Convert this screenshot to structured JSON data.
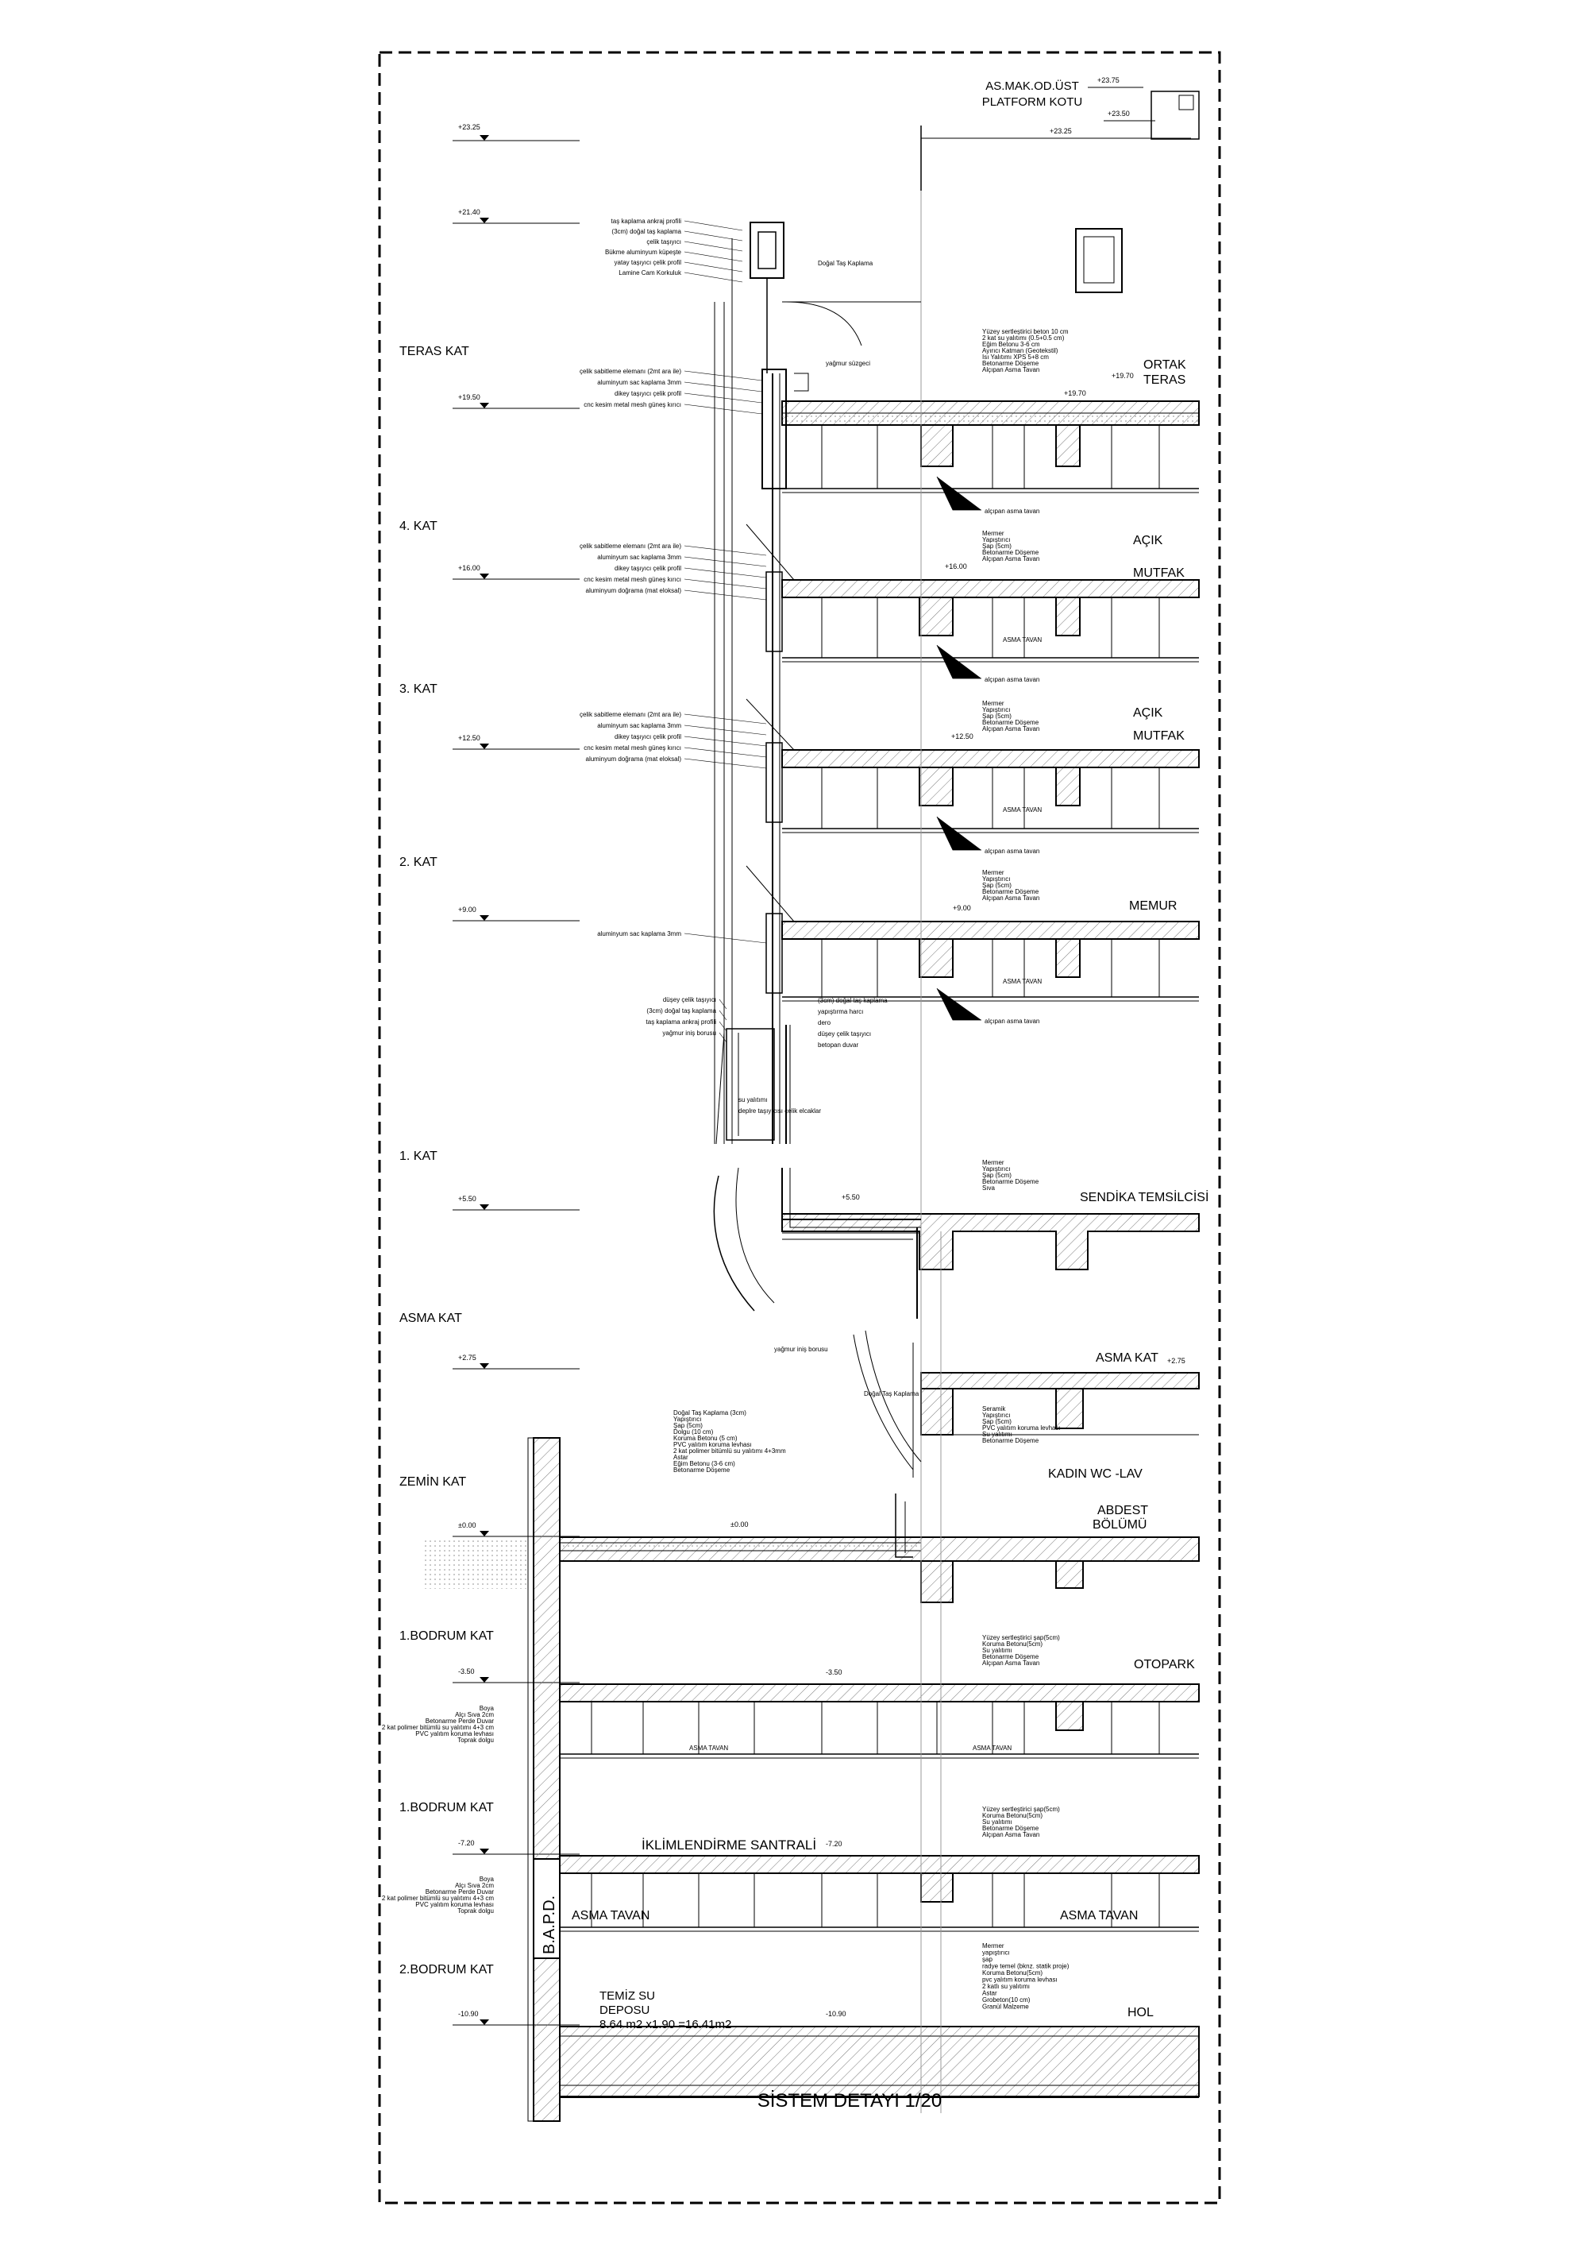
{
  "title": "SİSTEM DETAYI 1/20",
  "top_label": [
    "AS.MAK.OD.ÜST",
    "PLATFORM KOTU"
  ],
  "top_elevations": [
    "+23.75",
    "+23.50",
    "+23.25"
  ],
  "floors": [
    {
      "name": "",
      "elev": "+23.25",
      "room": [],
      "room_elev": ""
    },
    {
      "name": "",
      "elev": "+21.40",
      "room": [],
      "room_elev": ""
    },
    {
      "name": "TERAS KAT",
      "elev": "+19.50",
      "room": [
        "ORTAK",
        "TERAS"
      ],
      "room_elev": "+19.70"
    },
    {
      "name": "4. KAT",
      "elev": "+16.00",
      "room": [
        "AÇIK",
        "MUTFAK"
      ],
      "room_elev": "+16.00"
    },
    {
      "name": "3. KAT",
      "elev": "+12.50",
      "room": [
        "AÇIK",
        "MUTFAK"
      ],
      "room_elev": "+12.50"
    },
    {
      "name": "2. KAT",
      "elev": "+9.00",
      "room": [
        "MEMUR"
      ],
      "room_elev": "+9.00"
    },
    {
      "name": "1. KAT",
      "elev": "+5.50",
      "room": [
        "SENDİKA TEMSİLCİSİ"
      ],
      "room_elev": "+5.50"
    },
    {
      "name": "ASMA KAT",
      "elev": "+2.75",
      "room": [
        "ASMA KAT"
      ],
      "room_elev": "+2.75"
    },
    {
      "name": "ZEMİN KAT",
      "elev": "±0.00",
      "room": [
        "KADIN WC -LAV",
        "ABDEST",
        "BÖLÜMÜ"
      ],
      "room_elev": "±0.00"
    },
    {
      "name": "1.BODRUM KAT",
      "elev": "-3.50",
      "room": [
        "OTOPARK"
      ],
      "room_elev": "-3.50"
    },
    {
      "name": "1.BODRUM KAT",
      "elev": "-7.20",
      "room": [
        "İKLİMLENDİRME SANTRALİ"
      ],
      "room_elev": "-7.20"
    },
    {
      "name": "2.BODRUM KAT",
      "elev": "-10.90",
      "room": [
        "HOL"
      ],
      "room_elev": "-10.90"
    }
  ],
  "facade_notes": {
    "f21": [
      "taş kaplama ankraj profili",
      "(3cm) doğal taş kaplama",
      "çelik taşıyıcı",
      "Bükme aluminyum küpeşte",
      "yatay taşıyıcı çelik profil",
      "Lamine Cam Korkuluk"
    ],
    "f21_right": [
      "Doğal Taş Kaplama"
    ],
    "teras": [
      "çelik sabitleme elemanı (2mt ara ile)",
      "aluminyum sac kaplama 3mm",
      "dikey taşıyıcı çelik profil",
      "cnc kesim metal mesh güneş kırıcı"
    ],
    "k4": [
      "çelik sabitleme elemanı (2mt ara ile)",
      "aluminyum sac kaplama 3mm",
      "dikey taşıyıcı çelik profil",
      "cnc kesim metal mesh güneş kırıcı",
      "aluminyum doğrama (mat eloksal)"
    ],
    "k3": [
      "çelik sabitleme elemanı (2mt ara ile)",
      "aluminyum sac kaplama 3mm",
      "dikey taşıyıcı çelik profil",
      "cnc kesim metal mesh güneş kırıcı",
      "aluminyum doğrama (mat eloksal)"
    ],
    "k2": [
      "aluminyum sac kaplama 3mm"
    ],
    "k2_lower_left": [
      "düşey çelik taşıyıcı",
      "(3cm) doğal taş kaplama",
      "taş kaplama ankraj profili",
      "yağmur iniş borusu"
    ],
    "k2_lower_right": [
      "(3cm) doğal taş kaplama",
      "yapıştırma harcı",
      "dero",
      "düşey çelik taşıyıcı",
      "betopan duvar"
    ],
    "k2_lower_bottom": [
      "su yalıtımı",
      "deplre taşıyıcısı çelik elcaklar"
    ],
    "asma": [
      "yağmur iniş borusu",
      "Doğal Taş Kaplama"
    ],
    "gutter": "yağmur süzgeci",
    "ceiling": "alçıpan asma tavan"
  },
  "floor_layers": {
    "teras": [
      "Yüzey sertleştirici beton 10 cm",
      "2 kat su yalıtımı (0.5+0.5 cm)",
      "Eğim Betonu 3-6 cm",
      "Ayırıcı Katman (Geotekstil)",
      "Isı Yalıtımı XPS 5+8 cm",
      "Betonarme Döşeme",
      "Alçıpan Asma Tavan"
    ],
    "k4": [
      "Mermer",
      "Yapıştırıcı",
      "Şap (5cm)",
      "Betonarme Döşeme",
      "Alçıpan Asma Tavan"
    ],
    "k3": [
      "Mermer",
      "Yapıştırıcı",
      "Şap (5cm)",
      "Betonarme Döşeme",
      "Alçıpan Asma Tavan"
    ],
    "k2": [
      "Mermer",
      "Yapıştırıcı",
      "Şap (5cm)",
      "Betonarme Döşeme",
      "Alçıpan Asma Tavan"
    ],
    "k1": [
      "Mermer",
      "Yapıştırıcı",
      "Şap (5cm)",
      "Betonarme Döşeme",
      "Sıva"
    ],
    "asma": [
      "Seramik",
      "Yapıştırıcı",
      "Şap (5cm)",
      "PVC yalıtım koruma levhası",
      "Su yalıtımı",
      "Betonarme Döşeme"
    ],
    "zemin": [
      "Doğal Taş Kaplama (3cm)",
      "Yapıştırıcı",
      "Şap (5cm)",
      "Dolgu (10 cm)",
      "Koruma Betonu (5 cm)",
      "PVC yalıtım koruma levhası",
      "2 kat polimer bitümlü su yalıtımı 4+3mm",
      "Astar",
      "Eğim Betonu (3-6 cm)",
      "Betonarme Döşeme"
    ],
    "b1": [
      "Yüzey sertleştirici şap(5cm)",
      "Koruma Betonu(5cm)",
      "Su yalıtımı",
      "Betonarme Döşeme",
      "Alçıpan Asma Tavan"
    ],
    "b1b": [
      "Yüzey sertleştirici şap(5cm)",
      "Koruma Betonu(5cm)",
      "Su yalıtımı",
      "Betonarme Döşeme",
      "Alçıpan Asma Tavan"
    ],
    "b2": [
      "Mermer",
      "yapıştırıcı",
      "şap",
      "radye temel (bknz. statik proje)",
      "Koruma Betonu(5cm)",
      "pvc yalıtım koruma levhası",
      "2 katlı su yalıtımı",
      "Astar",
      "Grobeton(10 cm)",
      "Granül Malzeme"
    ]
  },
  "wall_layers": [
    "Boya",
    "Alçı Sıva 2cm",
    "Betonarme Perde Duvar",
    "2 kat polimer bitümlü su yalıtımı 4+3 cm",
    "PVC yalıtım koruma levhası",
    "Toprak dolgu"
  ],
  "asma_tavan_labels": {
    "small": "ASMA TAVAN",
    "large": "ASMA TAVAN"
  },
  "bapd": "B.A.P.D.",
  "tank": [
    "TEMİZ SU",
    "DEPOSU",
    "8.64 m2 x1.90 =16.41m2"
  ]
}
